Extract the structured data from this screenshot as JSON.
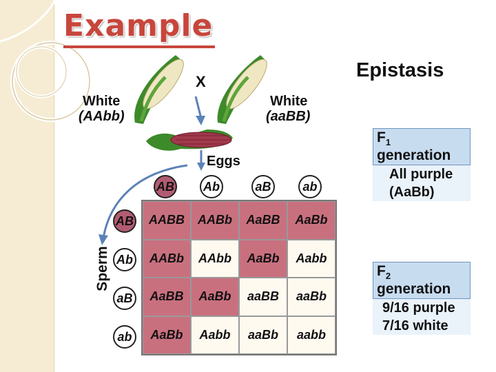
{
  "slide": {
    "title": "Example",
    "heading": "Epistasis"
  },
  "parents": {
    "left_color": "White",
    "left_genotype": "(AAbb)",
    "cross_symbol": "X",
    "right_color": "White",
    "right_genotype": "(aaBB)"
  },
  "eggs_label": "Eggs",
  "sperm_label": "Sperm",
  "egg_gametes": [
    "AB",
    "Ab",
    "aB",
    "ab"
  ],
  "sperm_gametes": [
    "AB",
    "Ab",
    "aB",
    "ab"
  ],
  "punnett": {
    "rows": [
      [
        {
          "g": "AABB",
          "phenotype": "purple"
        },
        {
          "g": "AABb",
          "phenotype": "purple"
        },
        {
          "g": "AaBB",
          "phenotype": "purple"
        },
        {
          "g": "AaBb",
          "phenotype": "purple"
        }
      ],
      [
        {
          "g": "AABb",
          "phenotype": "purple"
        },
        {
          "g": "AAbb",
          "phenotype": "white"
        },
        {
          "g": "AaBb",
          "phenotype": "purple"
        },
        {
          "g": "Aabb",
          "phenotype": "white"
        }
      ],
      [
        {
          "g": "AaBB",
          "phenotype": "purple"
        },
        {
          "g": "AaBb",
          "phenotype": "purple"
        },
        {
          "g": "aaBB",
          "phenotype": "white"
        },
        {
          "g": "aaBb",
          "phenotype": "white"
        }
      ],
      [
        {
          "g": "AaBb",
          "phenotype": "purple"
        },
        {
          "g": "Aabb",
          "phenotype": "white"
        },
        {
          "g": "aaBb",
          "phenotype": "white"
        },
        {
          "g": "aabb",
          "phenotype": "white"
        }
      ]
    ]
  },
  "f1": {
    "header": "F1 generation",
    "line1": "All purple",
    "line2": "(AaBb)"
  },
  "f2": {
    "header": "F2 generation",
    "line1": "9/16 purple",
    "line2": "7/16 white"
  },
  "colors": {
    "title": "#c8463c",
    "purple_cell": "#c9707f",
    "white_cell": "#fffaf0",
    "sidebar": "#f6ecd3",
    "box_header": "#c8dcf0"
  }
}
